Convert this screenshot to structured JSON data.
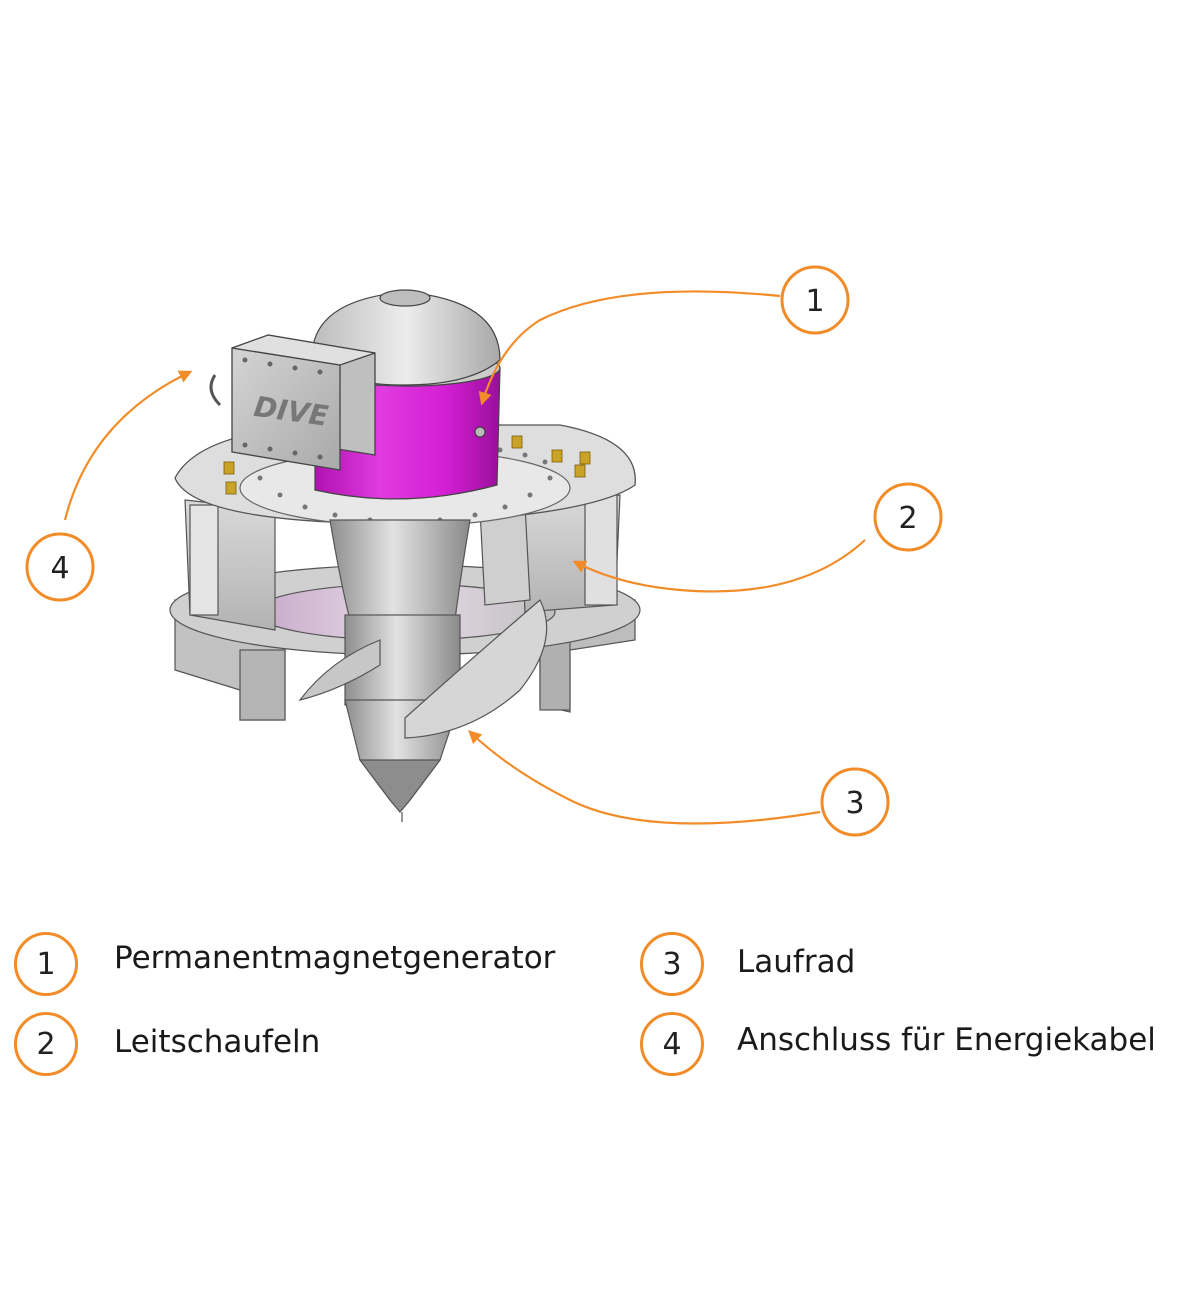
{
  "accent_color": "#f28c28",
  "generator_color": "#d81fd8",
  "logo_text": "DIVE",
  "callouts": [
    "1",
    "2",
    "3",
    "4"
  ],
  "legend": [
    {
      "num": "1",
      "label": "Permanentmagnetgenerator"
    },
    {
      "num": "2",
      "label": "Leitschaufeln"
    },
    {
      "num": "3",
      "label": "Laufrad"
    },
    {
      "num": "4",
      "label": "Anschluss für Energiekabel"
    }
  ]
}
